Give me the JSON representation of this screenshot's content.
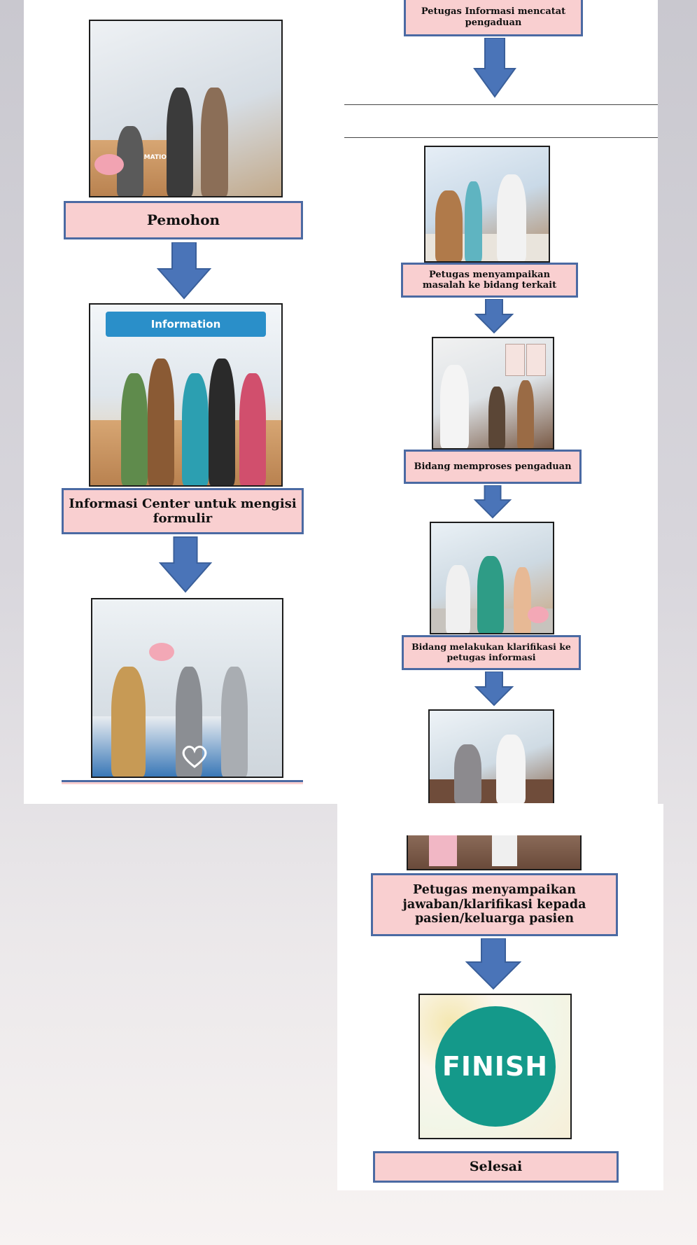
{
  "steps": {
    "s1": "Pemohon",
    "s2": "Informasi Center untuk mengisi formulir",
    "r0": "Petugas Informasi mencatat pengaduan",
    "r1": "Petugas menyampaikan masalah ke bidang terkait",
    "r2": "Bidang memproses pengaduan",
    "r3": "Bidang melakukan klarifikasi ke petugas informasi",
    "r4": "Petugas menyampaikan jawaban/klarifikasi kepada pasien/keluarga pasien",
    "r5": "Selesai"
  },
  "images": {
    "i1_sign": "INFORMATION",
    "i2_banner": "Information",
    "finish": "FINISH"
  },
  "colors": {
    "box_fill": "#f9cfd0",
    "box_border": "#4b6aa3",
    "arrow": "#4a74b8",
    "finish_circle": "#14998a"
  }
}
